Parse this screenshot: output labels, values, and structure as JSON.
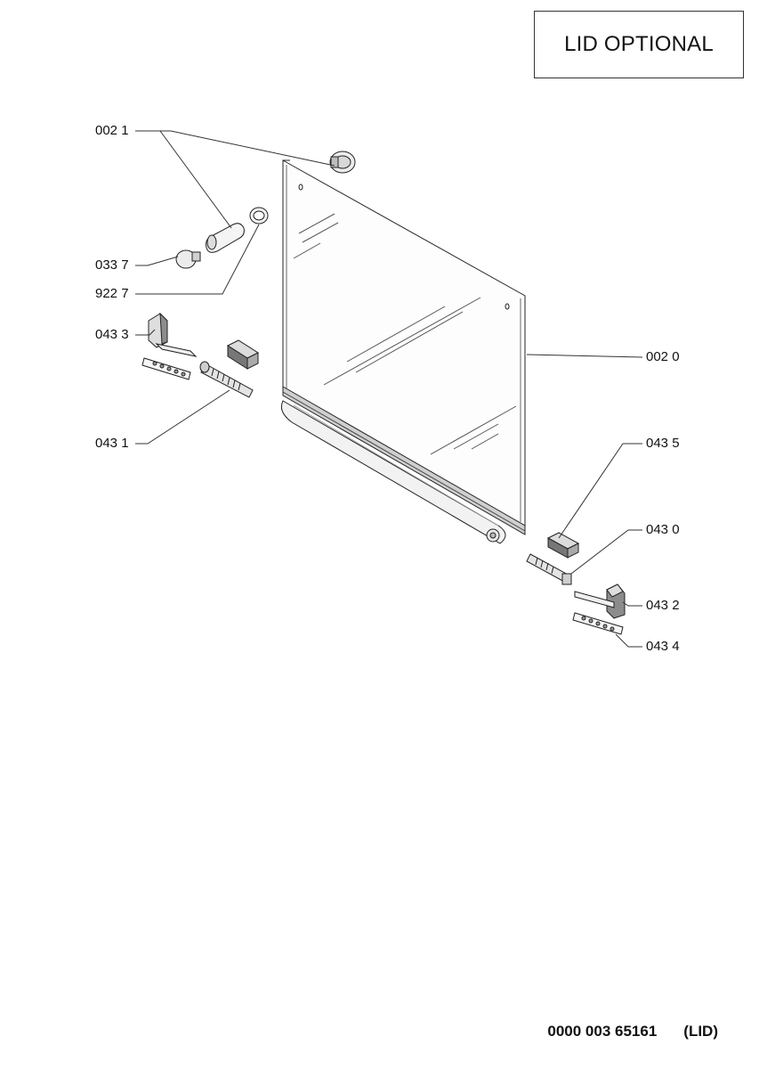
{
  "title": "LID OPTIONAL",
  "callouts": {
    "c0021": "002 1",
    "c0337": "033 7",
    "c9227": "922 7",
    "c0433": "043 3",
    "c0431": "043 1",
    "c0020": "002 0",
    "c0435": "043 5",
    "c0430": "043 0",
    "c0432": "043 2",
    "c0434": "043 4"
  },
  "footer": {
    "code": "0000 003 65161",
    "label": "(LID)"
  }
}
